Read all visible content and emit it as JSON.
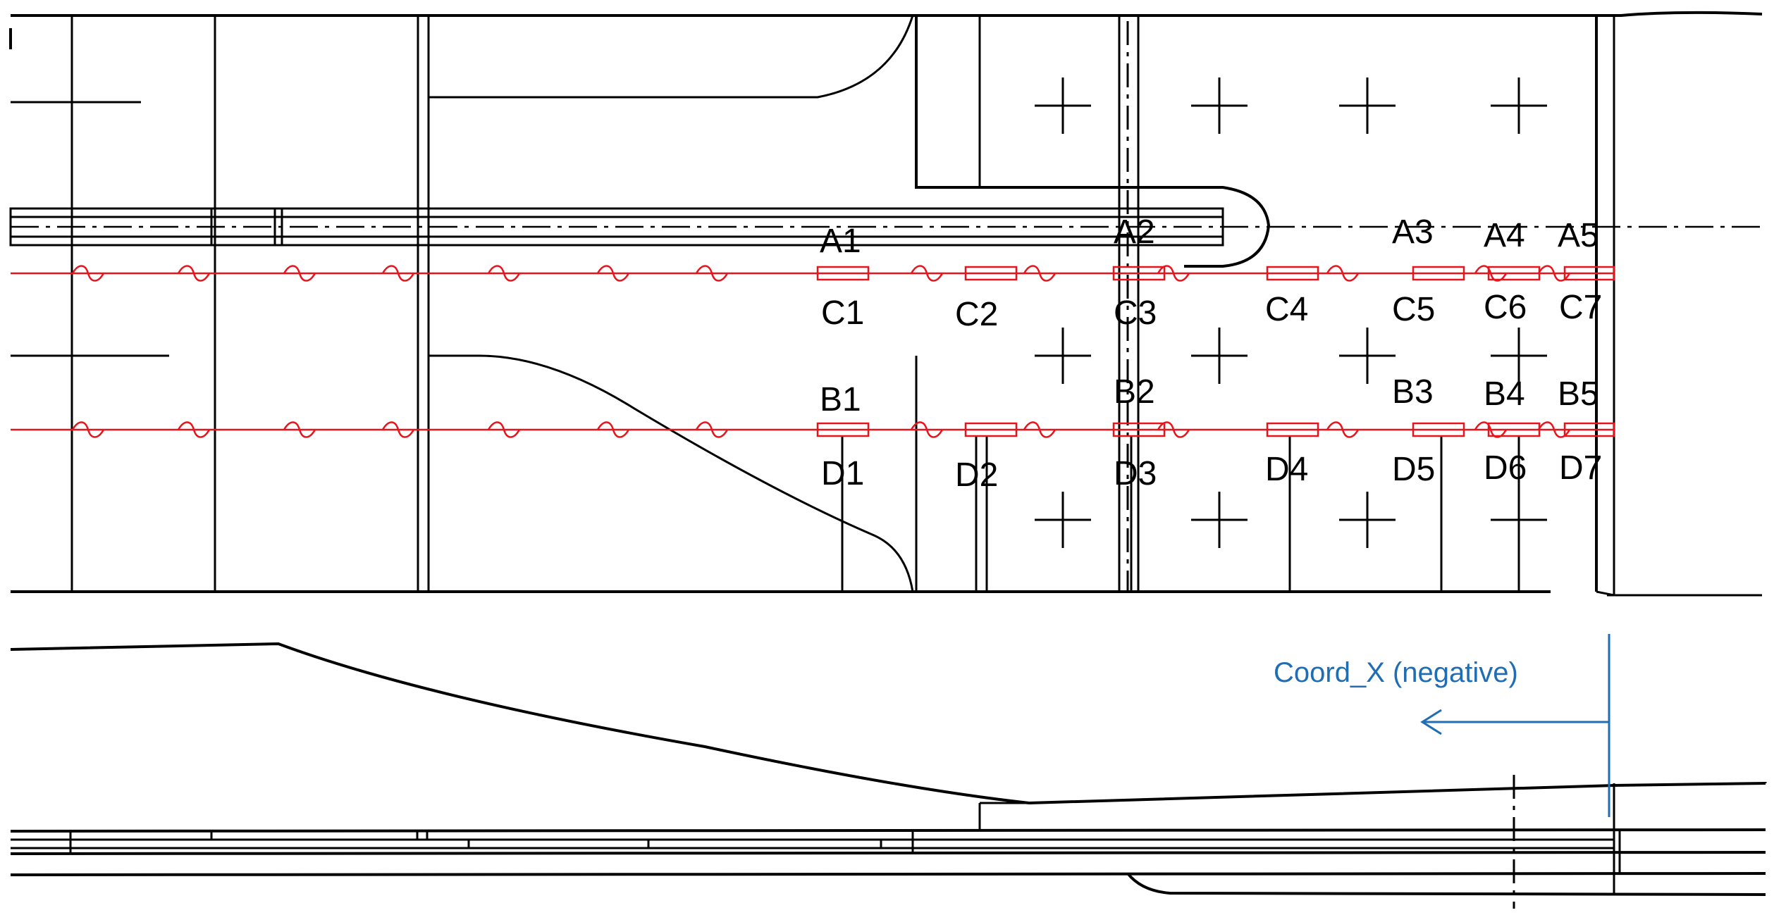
{
  "labels": {
    "row_a": [
      "A1",
      "A2",
      "A3",
      "A4",
      "A5"
    ],
    "row_c": [
      "C1",
      "C2",
      "C3",
      "C4",
      "C5",
      "C6",
      "C7"
    ],
    "row_b": [
      "B1",
      "B2",
      "B3",
      "B4",
      "B5"
    ],
    "row_d": [
      "D1",
      "D2",
      "D3",
      "D4",
      "D5",
      "D6",
      "D7"
    ]
  },
  "axis": {
    "label": "Coord_X (negative)",
    "direction": "negative x"
  },
  "colors": {
    "drawing_lines": "#000000",
    "gauge_lines": "#e8141c",
    "axis_arrow": "#1f6eb5",
    "background": "#ffffff"
  }
}
